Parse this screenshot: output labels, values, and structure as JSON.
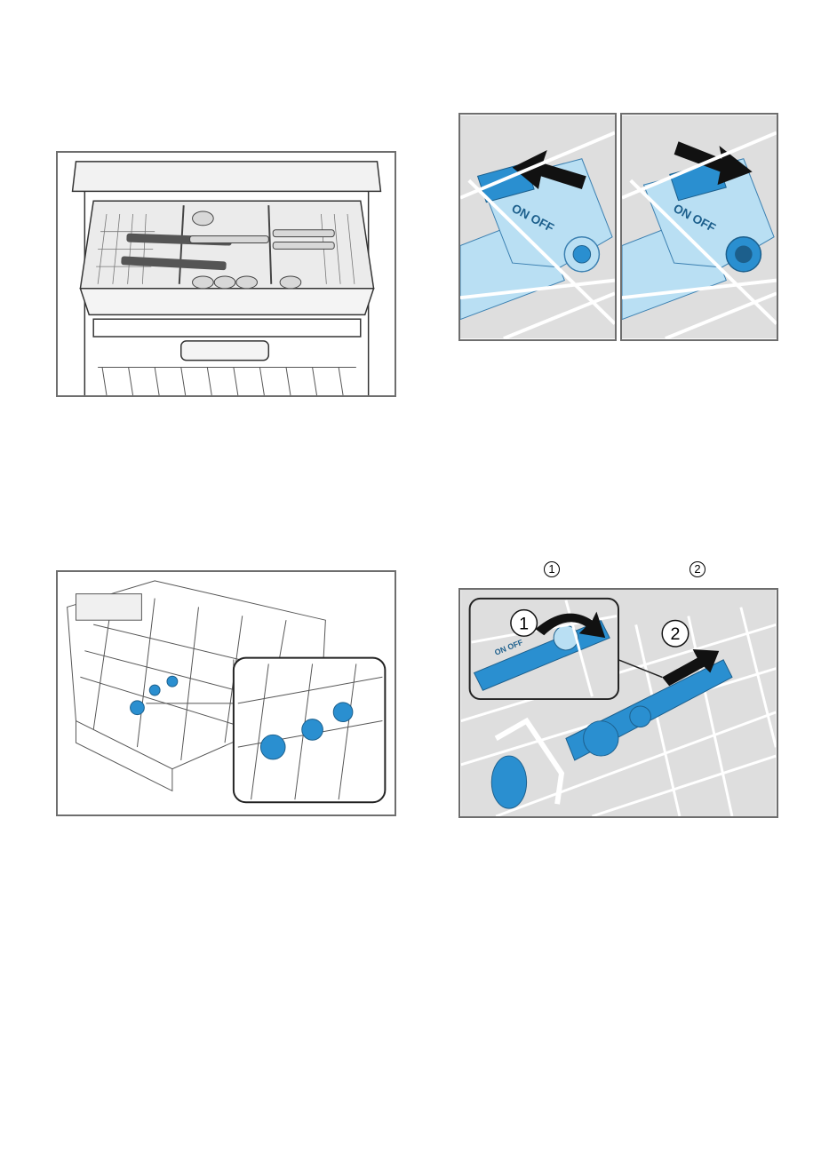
{
  "figures": {
    "switch_on": {
      "label": "ON OFF"
    },
    "switch_off": {
      "label": "ON OFF"
    },
    "remove": {
      "callout_1": "1",
      "callout_2": "2",
      "inset_label": "ON OFF"
    }
  },
  "steps": {
    "step_1": "1",
    "step_2": "2"
  },
  "colors": {
    "accent_blue": "#2a8fd0",
    "light_blue": "#b9dff3",
    "frame_gray": "#6e6e6e",
    "bg_gray": "#dedede"
  }
}
